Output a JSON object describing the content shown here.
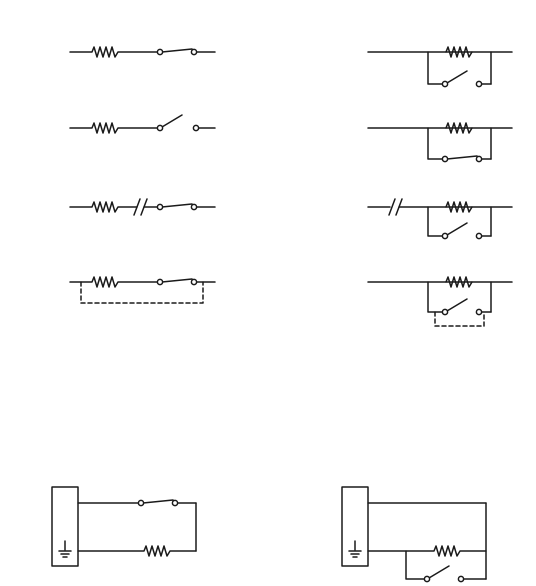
{
  "diagram": {
    "stroke_color": "#1a1a1a",
    "background_color": "#ffffff",
    "series_circuits": [
      {
        "name": "series-contact-closed",
        "switch": "closed",
        "break": false,
        "dashed_loop": false
      },
      {
        "name": "series-contact-open",
        "switch": "open",
        "break": false,
        "dashed_loop": false
      },
      {
        "name": "series-contact-broken-wire",
        "switch": "closed",
        "break": true,
        "dashed_loop": false
      },
      {
        "name": "series-contact-dashed-bypass",
        "switch": "closed",
        "break": false,
        "dashed_loop": true
      }
    ],
    "parallel_circuits": [
      {
        "name": "parallel-contact-open",
        "switch": "open",
        "break": false,
        "dashed_loop": false
      },
      {
        "name": "parallel-contact-closed",
        "switch": "closed",
        "break": false,
        "dashed_loop": false
      },
      {
        "name": "parallel-contact-broken-wire",
        "switch": "open",
        "break": true,
        "dashed_loop": false
      },
      {
        "name": "parallel-contact-dashed-bypass",
        "switch": "open",
        "break": false,
        "dashed_loop": true
      }
    ],
    "ground_circuits": [
      {
        "name": "ground-loop-series",
        "layout": "series"
      },
      {
        "name": "ground-loop-parallel",
        "layout": "parallel"
      }
    ]
  }
}
